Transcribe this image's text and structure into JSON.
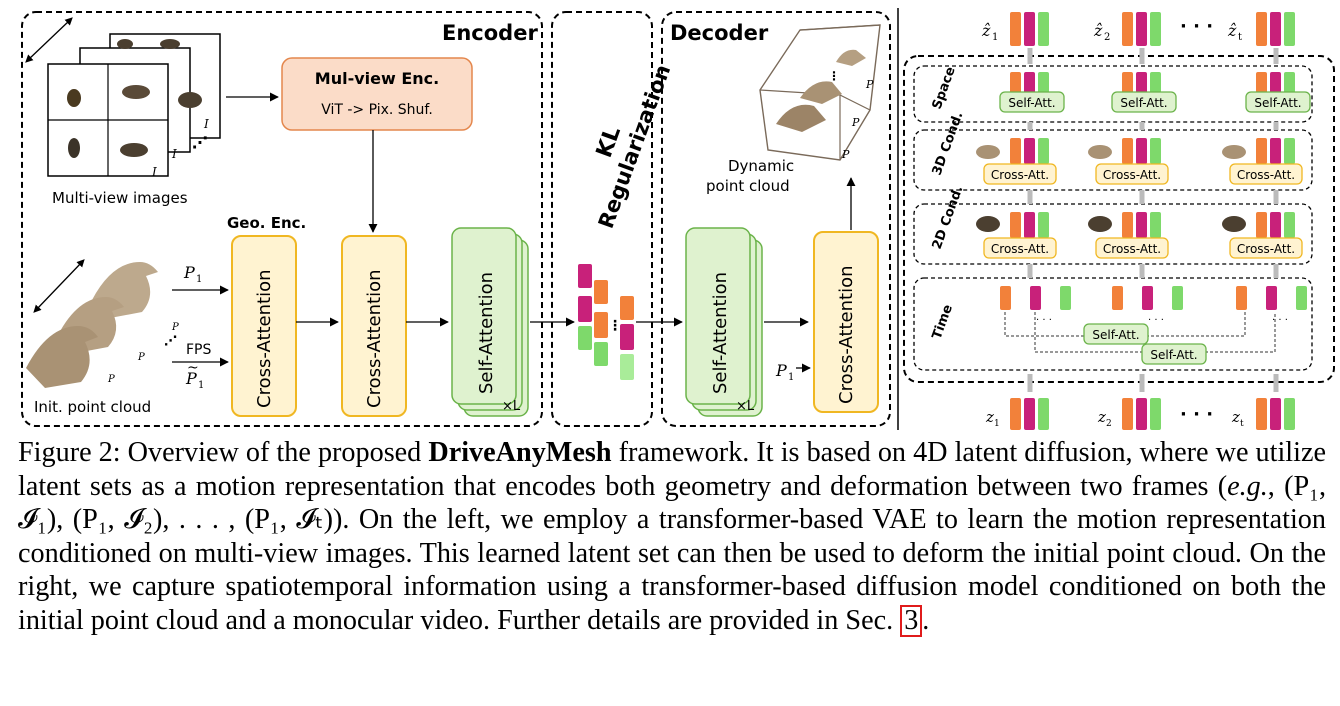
{
  "figure": {
    "encoder_title": "Encoder",
    "decoder_title": "Decoder",
    "kl_title_line1": "KL",
    "kl_title_line2": "Regularization",
    "mv_enc_title": "Mul-view Enc.",
    "mv_enc_sub": "ViT -> Pix. Shuf.",
    "multiview_label": "Multi-view images",
    "geo_enc_label": "Geo. Enc.",
    "cross_attention": "Cross-Attention",
    "self_attention": "Self-Attention",
    "times_l": "×L",
    "p1": "P",
    "fps": "FPS",
    "init_pc_label": "Init. point cloud",
    "dyn_pc_line1": "Dynamic",
    "dyn_pc_line2": "point cloud",
    "img_labels": [
      "I",
      "I",
      "I"
    ],
    "right": {
      "rows": [
        "Space",
        "3D Cond.",
        "2D Cond.",
        "Time"
      ],
      "self_att": "Self-Att.",
      "cross_att": "Cross-Att.",
      "dots": "· · ·",
      "z_hat": "ẑ",
      "z": "z",
      "subs": [
        "1",
        "2",
        "t"
      ]
    },
    "colors": {
      "orange": "#f2813a",
      "magenta": "#c8217a",
      "green": "#7ed96b",
      "box_fill": "#fff3d1",
      "box_stroke": "#f0b722",
      "green_fill": "#dff2cf",
      "green_stroke": "#6bb34a",
      "mv_fill": "#fbdcc8",
      "mv_stroke": "#e4874d"
    }
  },
  "caption": {
    "figure_label": "Figure 2:",
    "lead": "Overview of the proposed",
    "name": "DriveAnyMesh",
    "text1": "framework. It is based on 4D latent diffusion, where we utilize latent sets as a motion representation that encodes both geometry and deformation between two frames (",
    "eg": "e.g.",
    "text2": ", (P₁, 𝓘₁), (P₁, 𝓘₂), . . . , (P₁, 𝓘ₜ)). On the left, we employ a transformer-based VAE to learn the motion representation conditioned on multi-view images. This learned latent set can then be used to deform the initial point cloud. On the right, we capture spatiotemporal information using a transformer-based diffusion model conditioned on both the initial point cloud and a monocular video. Further details are provided in Sec.",
    "ref": "3",
    "end": "."
  }
}
